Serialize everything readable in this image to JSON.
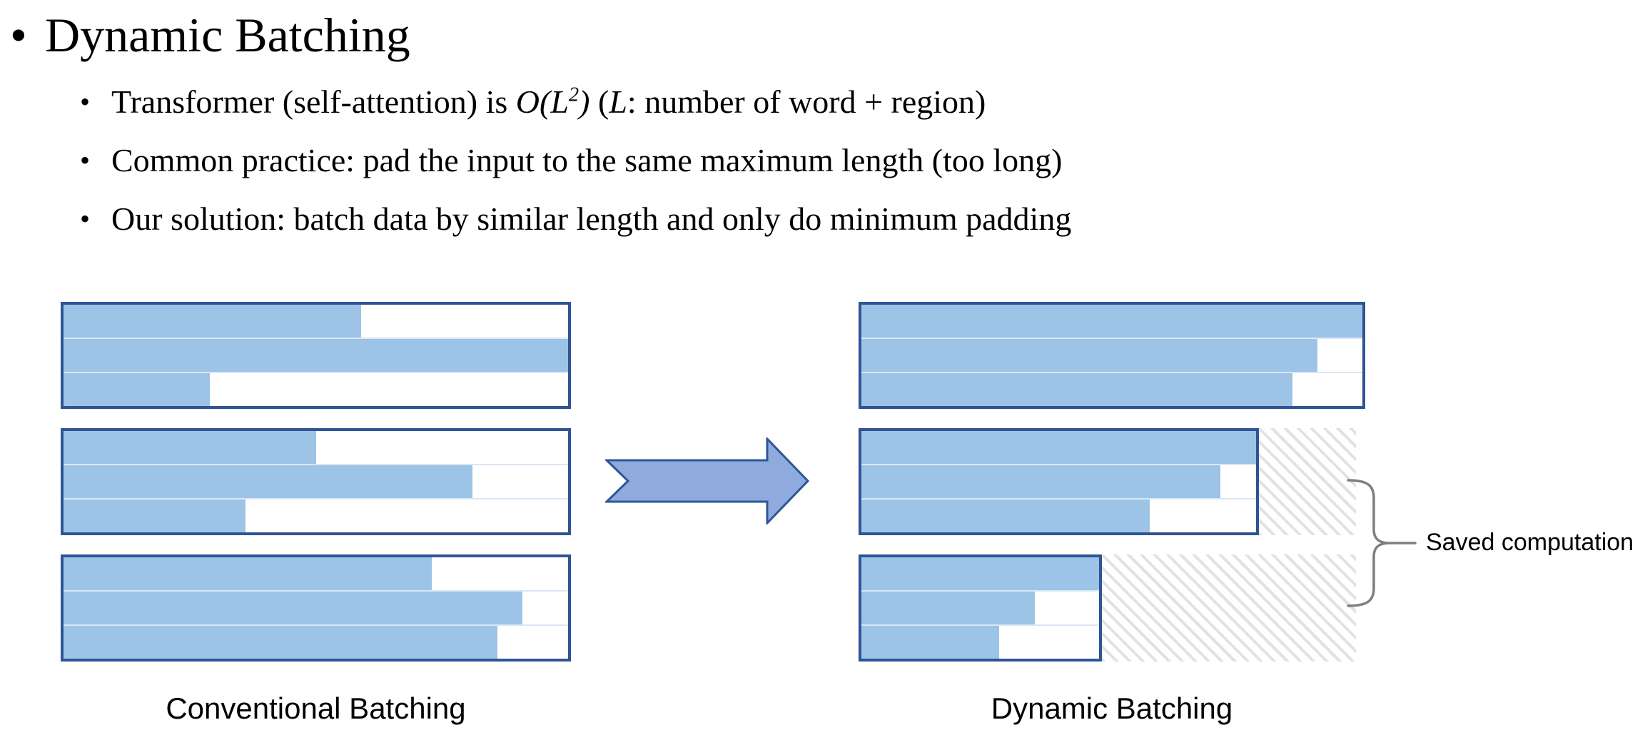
{
  "content": {
    "title_bullet": "•",
    "title": "Dynamic Batching",
    "bullets": [
      {
        "bullet": "•",
        "segments": {
          "pre": "Transformer (self-attention) is ",
          "big_o": "O(L",
          "exp": "2",
          "close_paren": ")",
          "mid": " (",
          "var": "L",
          "post": ": number of word + region)"
        }
      },
      {
        "bullet": "•",
        "text": "Common practice: pad the input to the same maximum length (too long)"
      },
      {
        "bullet": "•",
        "text": "Our solution: batch data by similar length and only do minimum padding"
      }
    ]
  },
  "diagram": {
    "conventional": {
      "caption": "Conventional Batching",
      "batches": [
        {
          "box_width_pct": 100,
          "rows_fill_pct": [
            59,
            100,
            29
          ],
          "saved_hatch": false
        },
        {
          "box_width_pct": 100,
          "rows_fill_pct": [
            50,
            81,
            36
          ],
          "saved_hatch": false
        },
        {
          "box_width_pct": 100,
          "rows_fill_pct": [
            73,
            91,
            86
          ],
          "saved_hatch": false
        }
      ]
    },
    "dynamic": {
      "caption": "Dynamic Batching",
      "batches": [
        {
          "box_width_pct": 100,
          "rows_fill_pct": [
            100,
            91,
            86
          ],
          "saved_hatch": false
        },
        {
          "box_width_pct": 79,
          "rows_fill_pct": [
            100,
            91,
            73
          ],
          "saved_hatch": true
        },
        {
          "box_width_pct": 48,
          "rows_fill_pct": [
            100,
            73,
            58
          ],
          "saved_hatch": true
        }
      ]
    },
    "annotation": "Saved computation",
    "colors": {
      "bar_fill": "#9DC3E6",
      "box_border": "#2F5496",
      "arrow_fill": "#8FAADC",
      "arrow_border": "#2F5597",
      "hatch": "#E2E2E2",
      "brace": "#7F7F7F"
    }
  }
}
